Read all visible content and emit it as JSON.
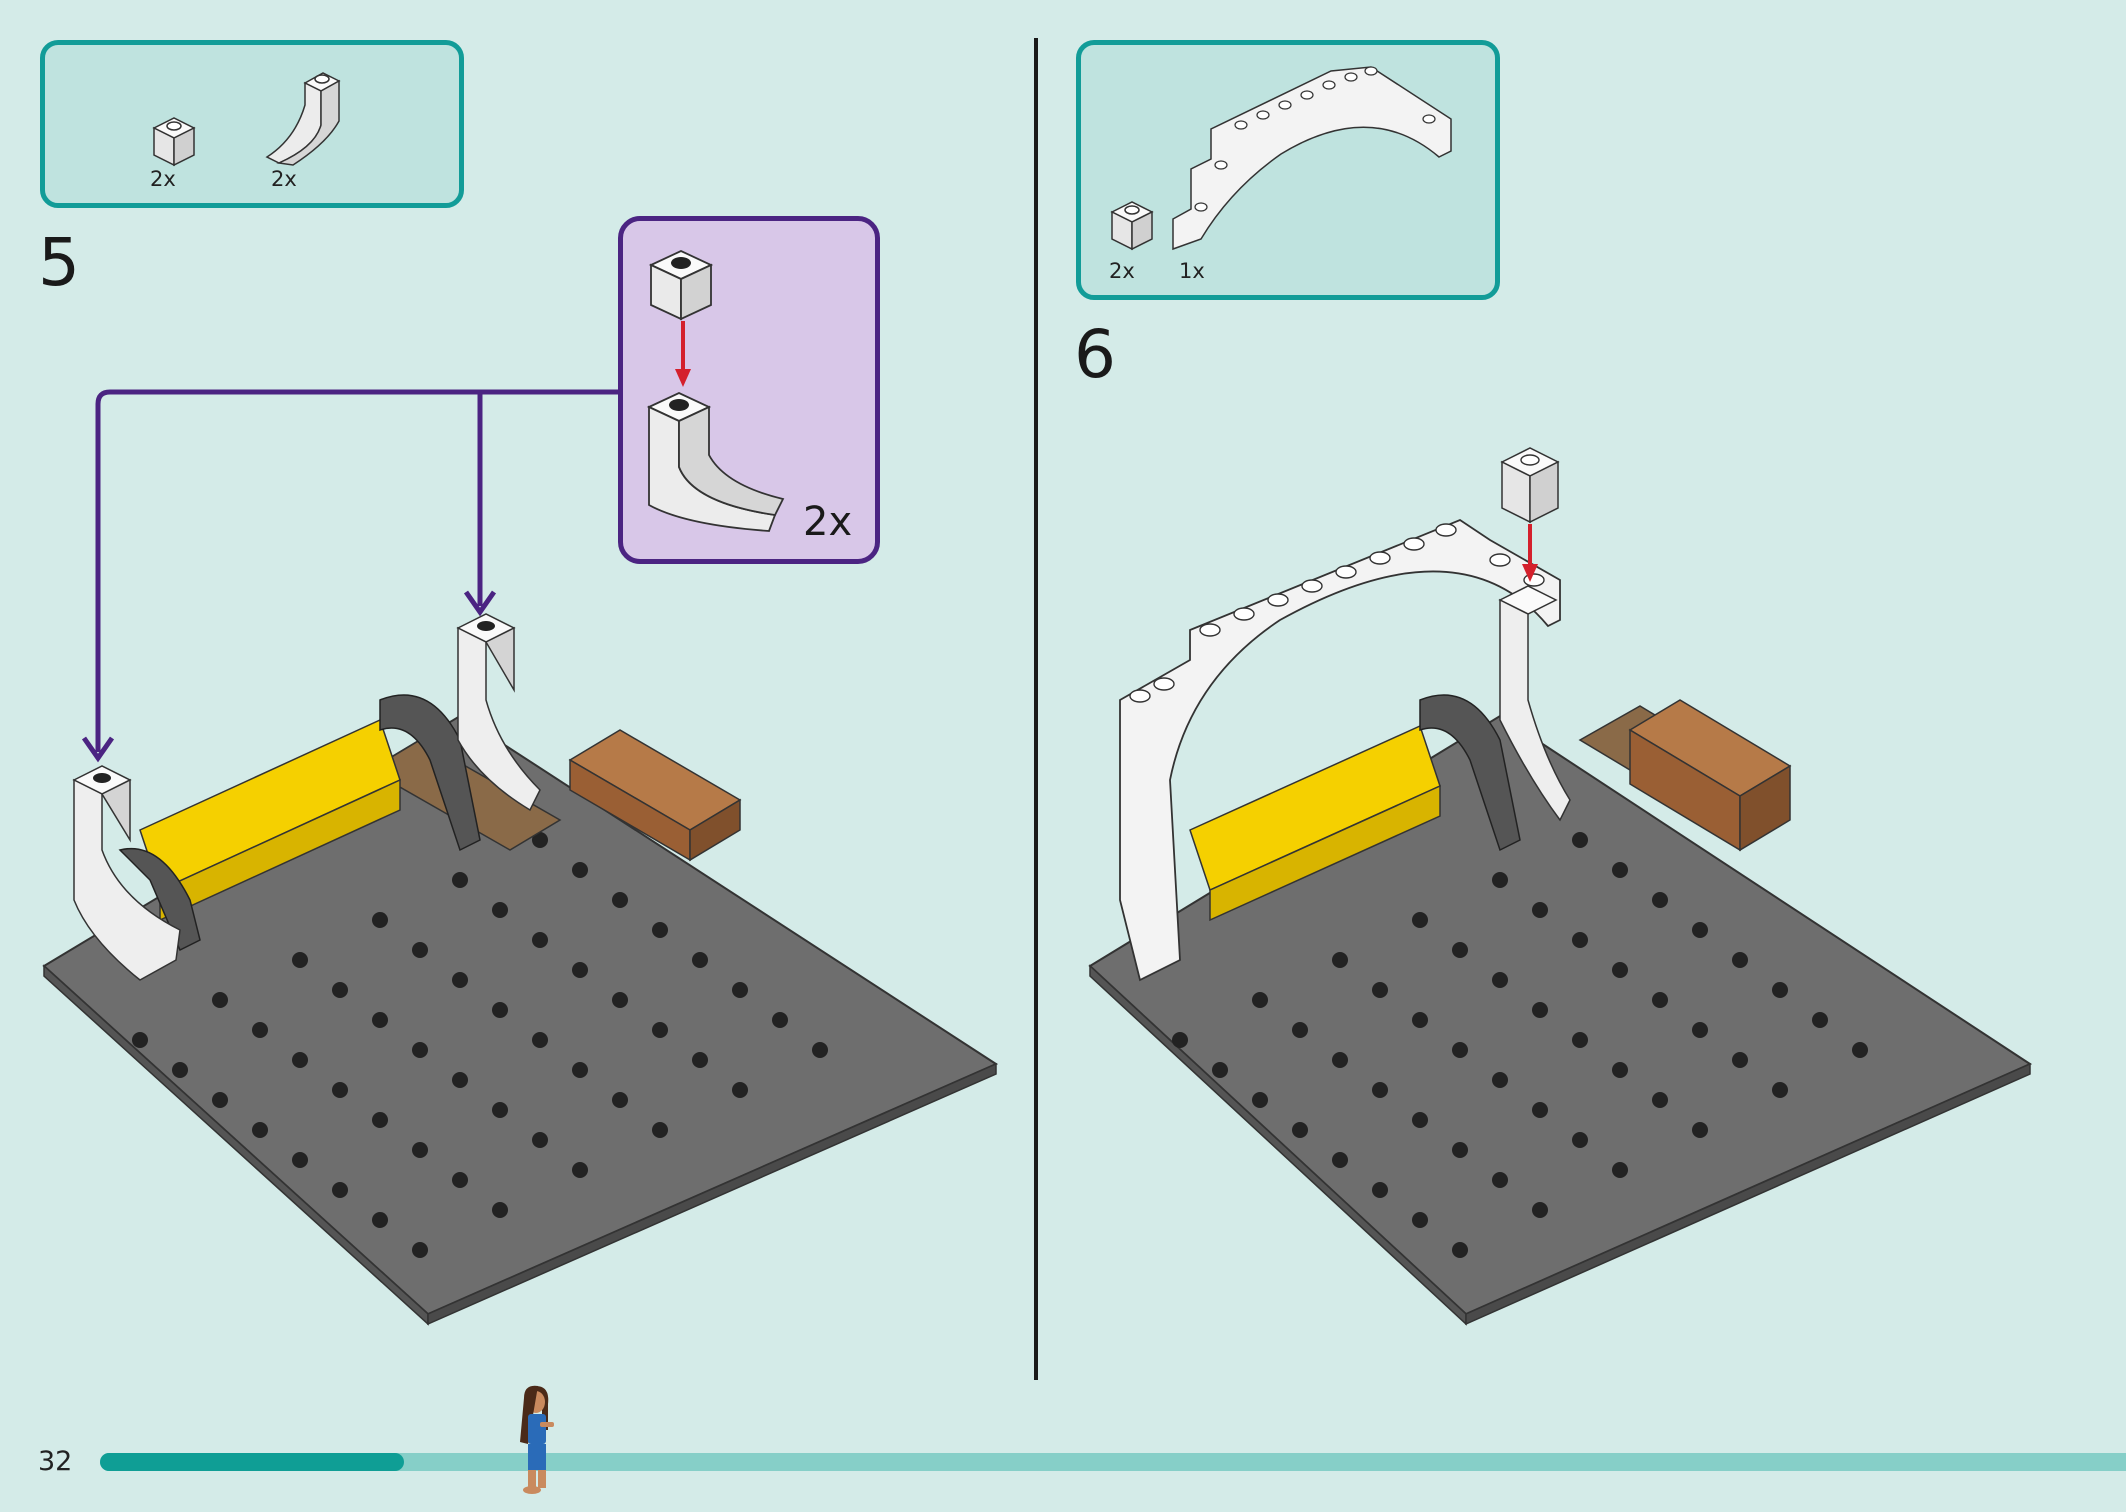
{
  "page": {
    "number": "32"
  },
  "progress": {
    "fraction": 0.15
  },
  "step5": {
    "number": "5",
    "parts": [
      {
        "name": "white 1x1 brick",
        "qty": "2x"
      },
      {
        "name": "white curved slope",
        "qty": "2x"
      }
    ],
    "subassembly_qty": "2x"
  },
  "step6": {
    "number": "6",
    "parts": [
      {
        "name": "white 1x1 brick",
        "qty": "2x"
      },
      {
        "name": "white arch",
        "qty": "1x"
      }
    ]
  },
  "colors": {
    "background": "#d4ebe8",
    "parts_box": "#bfe3df",
    "parts_border": "#129c98",
    "callout_bg": "#d8c7e8",
    "callout_border": "#4b2482",
    "arrow_red": "#d4202c",
    "baseplate": "#6b6b6b",
    "yellow": "#f5d000",
    "brown": "#a0653a"
  }
}
